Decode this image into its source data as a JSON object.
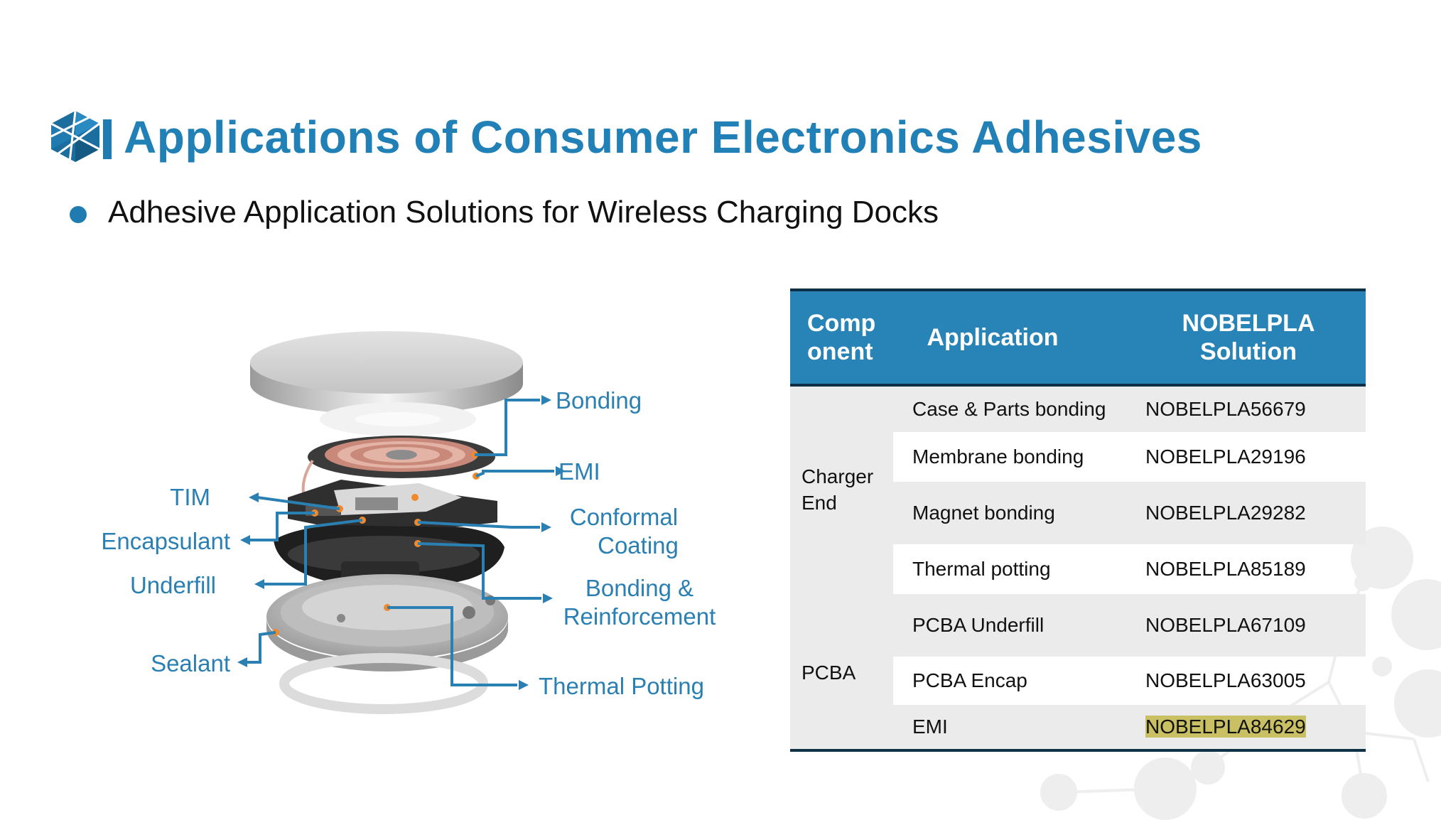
{
  "header": {
    "title": "Applications of Consumer Electronics Adhesives",
    "subtitle": "Adhesive Application Solutions for Wireless Charging Docks"
  },
  "diagram": {
    "callouts": {
      "bonding": "Bonding",
      "emi": "EMI",
      "conformal_1": "Conformal",
      "conformal_2": "Coating",
      "bonding_reinf_1": "Bonding &",
      "bonding_reinf_2": "Reinforcement",
      "thermal_potting": "Thermal Potting",
      "tim": "TIM",
      "encapsulant": "Encapsulant",
      "underfill": "Underfill",
      "sealant": "Sealant"
    }
  },
  "table": {
    "headers": {
      "component_1": "Comp",
      "component_2": "onent",
      "application": "Application",
      "solution_1": "NOBELPLA",
      "solution_2": "Solution"
    },
    "groups": [
      {
        "label_1": "Charger",
        "label_2": "End"
      },
      {
        "label_1": "PCBA",
        "label_2": ""
      }
    ],
    "rows": [
      {
        "application": "Case & Parts bonding",
        "solution": "NOBELPLA56679"
      },
      {
        "application": "Membrane bonding",
        "solution": "NOBELPLA29196"
      },
      {
        "application": "Magnet bonding",
        "solution": "NOBELPLA29282"
      },
      {
        "application": "Thermal potting",
        "solution": "NOBELPLA85189"
      },
      {
        "application": "PCBA Underfill",
        "solution": "NOBELPLA67109"
      },
      {
        "application": "PCBA Encap",
        "solution": "NOBELPLA63005"
      },
      {
        "application": "EMI",
        "solution": "NOBELPLA84629"
      }
    ]
  },
  "colors": {
    "brand_blue": "#2180b6",
    "header_fill": "#2884b6",
    "row_gray": "#ebebeb",
    "callout_orange": "#f08a2c",
    "highlight": "#c9bf63"
  }
}
